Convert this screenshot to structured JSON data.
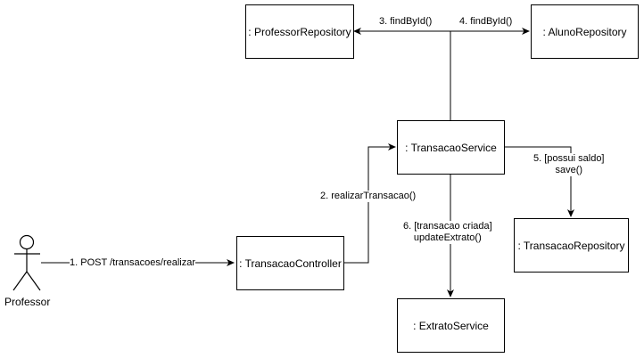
{
  "actor": {
    "name": "Professor"
  },
  "nodes": {
    "professor_repository": ": ProfessorRepository",
    "aluno_repository": ": AlunoRepository",
    "transacao_service": ": TransacaoService",
    "transacao_controller": ": TransacaoController",
    "transacao_repository": ": TransacaoRepository",
    "extrato_service": ": ExtratoService"
  },
  "messages": {
    "m1": "1. POST /transacoes/realizar",
    "m2": "2. realizarTransacao()",
    "m3": "3. findById()",
    "m4": "4. findById()",
    "m5_line1": "5. [possui saldo]",
    "m5_line2": "save()",
    "m6_line1": "6. [transacao criada]",
    "m6_line2": "updateExtrato()"
  }
}
